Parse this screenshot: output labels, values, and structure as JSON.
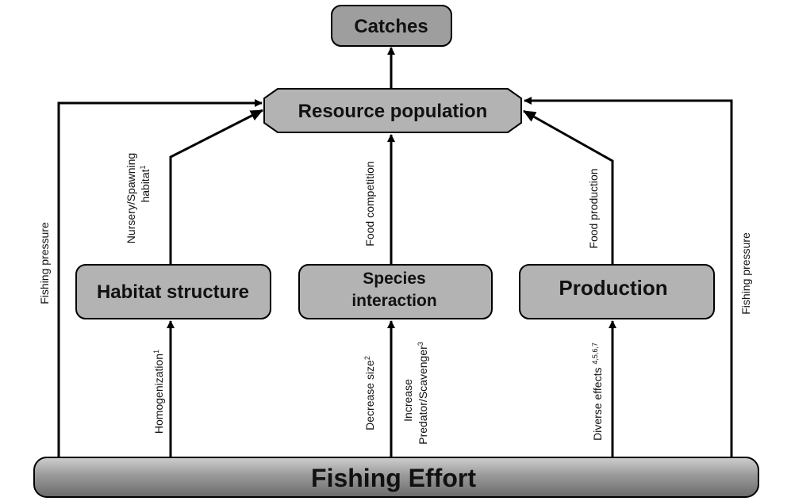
{
  "nodes": {
    "catches": "Catches",
    "resource": "Resource population",
    "habitat": "Habitat structure",
    "species_line1": "Species",
    "species_line2": "interaction",
    "production": "Production",
    "fishing_effort": "Fishing Effort"
  },
  "edges": {
    "fishing_pressure_left": "Fishing pressure",
    "fishing_pressure_right": "Fishing pressure",
    "nursery_line1": "Nursery/Spawning",
    "nursery_line2": "habitat",
    "nursery_sup": "1",
    "food_competition": "Food competition",
    "food_production": "Food production",
    "homogenization": "Homogenization",
    "homogenization_sup": "1",
    "decrease_size": "Decrease size",
    "decrease_size_sup": "2",
    "increase_line1": "Increase",
    "increase_line2": "Predator/Scavenger",
    "increase_sup": "3",
    "diverse_effects": "Diverse effects ",
    "diverse_effects_sup": "4,5,6,7"
  },
  "colors": {
    "box_fill": "#b3b3b3",
    "effort_fill_light": "#c4c4c4",
    "effort_fill_dark": "#7a7a7a",
    "line": "#000000"
  }
}
